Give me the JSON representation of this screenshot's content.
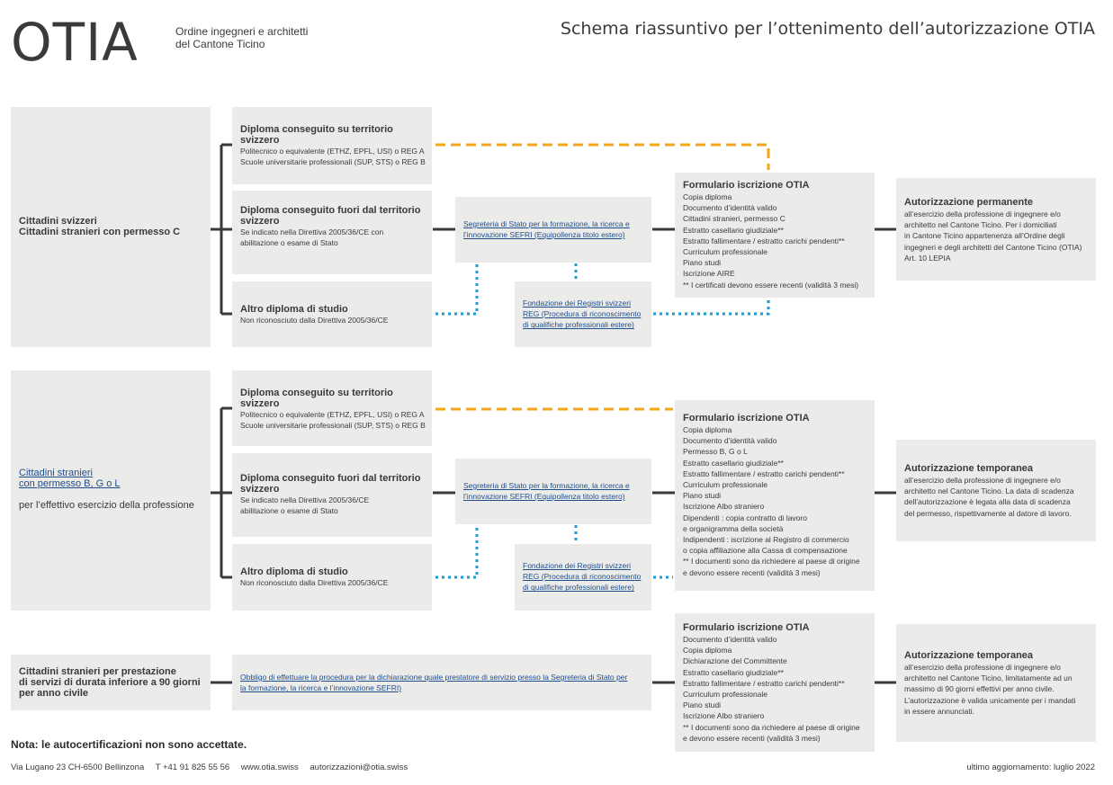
{
  "header": {
    "logo": "OTIA",
    "org_line1": "Ordine ingegneri e architetti",
    "org_line2": "del Cantone Ticino",
    "title": "Schema riassuntivo per l’ottenimento dell’autorizzazione OTIA"
  },
  "colors": {
    "box": "#ebebea",
    "line": "#3a3a3a",
    "swiss_dashed": "#f0a818",
    "dotted": "#1f9ad6",
    "link": "#1f4e8c"
  },
  "section1": {
    "category": [
      "Cittadini svizzeri",
      "Cittadini stranieri con permesso C"
    ],
    "diploma_ch": {
      "title": [
        "Diploma conseguito su territorio",
        "svizzero"
      ],
      "lines": [
        "Politecnico o equivalente (ETHZ, EPFL, USI)  o REG A",
        "Scuole universitarie professionali (SUP, STS)  o REG B"
      ]
    },
    "diploma_foreign": {
      "title": [
        "Diploma conseguito fuori dal territorio",
        "svizzero"
      ],
      "lines": [
        "Se indicato nella Direttiva 2005/36/CE con",
        "abilitazione o esame di Stato"
      ]
    },
    "diploma_other": {
      "title": [
        "Altro diploma di studio"
      ],
      "lines": [
        "Non riconosciuto dalla Direttiva 2005/36/CE"
      ]
    },
    "sefri": [
      "Segreteria di Stato per la formazione, la ricerca e",
      "l’innovazione SEFRI (Equipollenza titolo estero)"
    ],
    "reg": [
      "Fondazione dei Registri svizzeri",
      "REG (Procedura di riconoscimento",
      "di qualifiche professionali estere)"
    ],
    "form": {
      "title": "Formulario iscrizione OTIA",
      "lines": [
        "Copia diploma",
        "Documento d’identità valido",
        "Cittadini stranieri, permesso C",
        "Estratto casellario giudiziale**",
        "Estratto fallimentare / estratto carichi pendenti**",
        "Curriculum professionale",
        "Piano studi",
        "Iscrizione AIRE",
        "** I certificati devono essere recenti (validità 3 mesi)"
      ]
    },
    "auth": {
      "title": "Autorizzazione permanente",
      "lines": [
        "all’esercizio della professione di ingegnere e/o",
        "architetto nel Cantone Ticino. Per i domiciliati",
        "in Cantone Ticino appartenenza all’Ordine degli",
        "ingegneri e degli architetti del Cantone Ticino (OTIA)",
        "Art. 10 LEPIA"
      ]
    }
  },
  "section2": {
    "category_link": [
      "Cittadini stranieri",
      "con permesso B, G o L"
    ],
    "category_sub": "per l’effettivo esercizio della professione",
    "diploma_ch": {
      "title": [
        "Diploma conseguito su territorio",
        "svizzero"
      ],
      "lines": [
        "Politecnico o equivalente (ETHZ, EPFL, USI)  o REG A",
        "Scuole universitarie professionali (SUP, STS)  o REG B"
      ]
    },
    "diploma_foreign": {
      "title": [
        "Diploma conseguito fuori dal territorio",
        "svizzero"
      ],
      "lines": [
        "Se indicato nella Direttiva 2005/36/CE",
        "abilitazione o esame di Stato"
      ]
    },
    "diploma_other": {
      "title": [
        "Altro diploma di studio"
      ],
      "lines": [
        "Non riconosciuto dalla Direttiva 2005/36/CE"
      ]
    },
    "sefri": [
      "Segreteria di Stato per la formazione, la ricerca e",
      "l’innovazione SEFRI (Equipollenza titolo estero)"
    ],
    "reg": [
      "Fondazione dei Registri svizzeri",
      "REG (Procedura di riconoscimento",
      "di qualifiche professionali estere)"
    ],
    "form": {
      "title": "Formulario iscrizione OTIA",
      "lines": [
        "Copia diploma",
        "Documento d’identità valido",
        "Permesso B, G o L",
        "Estratto casellario giudiziale**",
        "Estratto fallimentare / estratto carichi pendenti**",
        "Curriculum professionale",
        "Piano studi",
        "Iscrizione Albo straniero",
        "Dipendenti : copia contratto di lavoro",
        "e organigramma della società",
        "Indipendenti : iscrizione al Registro di commercio",
        "o copia affiliazione alla Cassa di compensazione",
        "** I documenti sono da richiedere al paese di origine",
        "e devono essere recenti (validità 3 mesi)"
      ]
    },
    "auth": {
      "title": "Autorizzazione temporanea",
      "lines": [
        "all’esercizio della professione di ingegnere e/o",
        "architetto nel Cantone Ticino. La data di scadenza",
        "dell’autorizzazione è legata alla data di scadenza",
        "del permesso, rispettivamente al datore di lavoro."
      ]
    }
  },
  "section3": {
    "category": [
      "Cittadini stranieri per prestazione",
      "di servizi di durata inferiore a 90 giorni",
      "per anno civile"
    ],
    "obligation": [
      "Obbligo di effettuare la procedura per la dichiarazione quale prestatore di servizio presso la Segreteria di Stato per",
      "la formazione, la ricerca e l’innovazione SEFRI)"
    ],
    "form": {
      "title": "Formulario iscrizione OTIA",
      "lines": [
        "Documento d’identità valido",
        "Copia diploma",
        "Dichiarazione del Committente",
        "Estratto casellario giudiziale**",
        "Estratto fallimentare / estratto carichi pendenti**",
        "Curriculum professionale",
        "Piano studi",
        "Iscrizione Albo straniero",
        "** I documenti sono da richiedere al paese di origine",
        "e devono essere recenti (validità 3 mesi)"
      ]
    },
    "auth": {
      "title": "Autorizzazione temporanea",
      "lines": [
        "all’esercizio della professione di ingegnere e/o",
        "architetto nel Cantone Ticino, limitatamente ad un",
        "massimo di 90 giorni effettivi per anno civile.",
        "L’autorizzazione è valida unicamente per i mandati",
        "in essere annunciati."
      ]
    }
  },
  "note": "Nota: le autocertificazioni non sono accettate.",
  "footer": {
    "address": "Via Lugano 23 CH-6500 Bellinzona",
    "phone": "T +41 91 825 55 56",
    "web": "www.otia.swiss",
    "email": "autorizzazioni@otia.swiss",
    "updated": "ultimo aggiornamento: luglio 2022"
  }
}
